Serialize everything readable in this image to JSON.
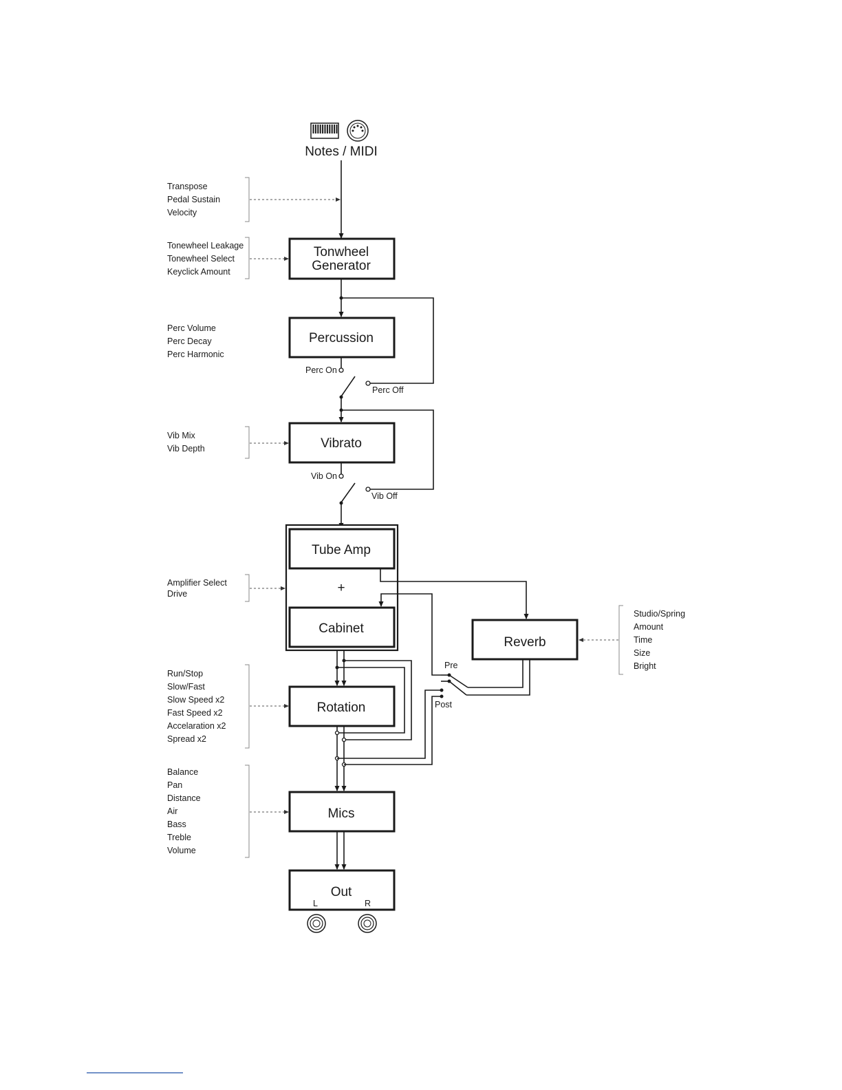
{
  "input": {
    "label": "Notes / MIDI",
    "icons": [
      "keyboard-icon",
      "midi-connector-icon"
    ]
  },
  "blocks": {
    "tonewheel": {
      "line1": "Tonwheel",
      "line2": "Generator"
    },
    "percussion": "Percussion",
    "vibrato": "Vibrato",
    "tube_amp": "Tube Amp",
    "plus": "+",
    "cabinet": "Cabinet",
    "reverb": "Reverb",
    "rotation": "Rotation",
    "mics": "Mics",
    "out": "Out"
  },
  "switches": {
    "perc_on": "Perc On",
    "perc_off": "Perc Off",
    "vib_on": "Vib On",
    "vib_off": "Vib Off",
    "pre": "Pre",
    "post": "Post"
  },
  "outputs": {
    "left": "L",
    "right": "R",
    "icons": [
      "jack-left-icon",
      "jack-right-icon"
    ]
  },
  "params": {
    "midi": [
      "Transpose",
      "Pedal Sustain",
      "Velocity"
    ],
    "tonewheel": [
      "Tonewheel Leakage",
      "Tonewheel Select",
      "Keyclick Amount"
    ],
    "percussion": [
      "Perc Volume",
      "Perc Decay",
      "Perc Harmonic"
    ],
    "vibrato": [
      "Vib Mix",
      "Vib Depth"
    ],
    "amplifier": [
      "Amplifier Select",
      "Drive"
    ],
    "rotation": [
      "Run/Stop",
      "Slow/Fast",
      "Slow Speed x2",
      "Fast Speed x2",
      "Accelaration x2",
      "Spread x2"
    ],
    "mics": [
      "Balance",
      "Pan",
      "Distance",
      "Air",
      "Bass",
      "Treble",
      "Volume"
    ],
    "reverb": [
      "Studio/Spring",
      "Amount",
      "Time",
      "Size",
      "Bright"
    ]
  }
}
